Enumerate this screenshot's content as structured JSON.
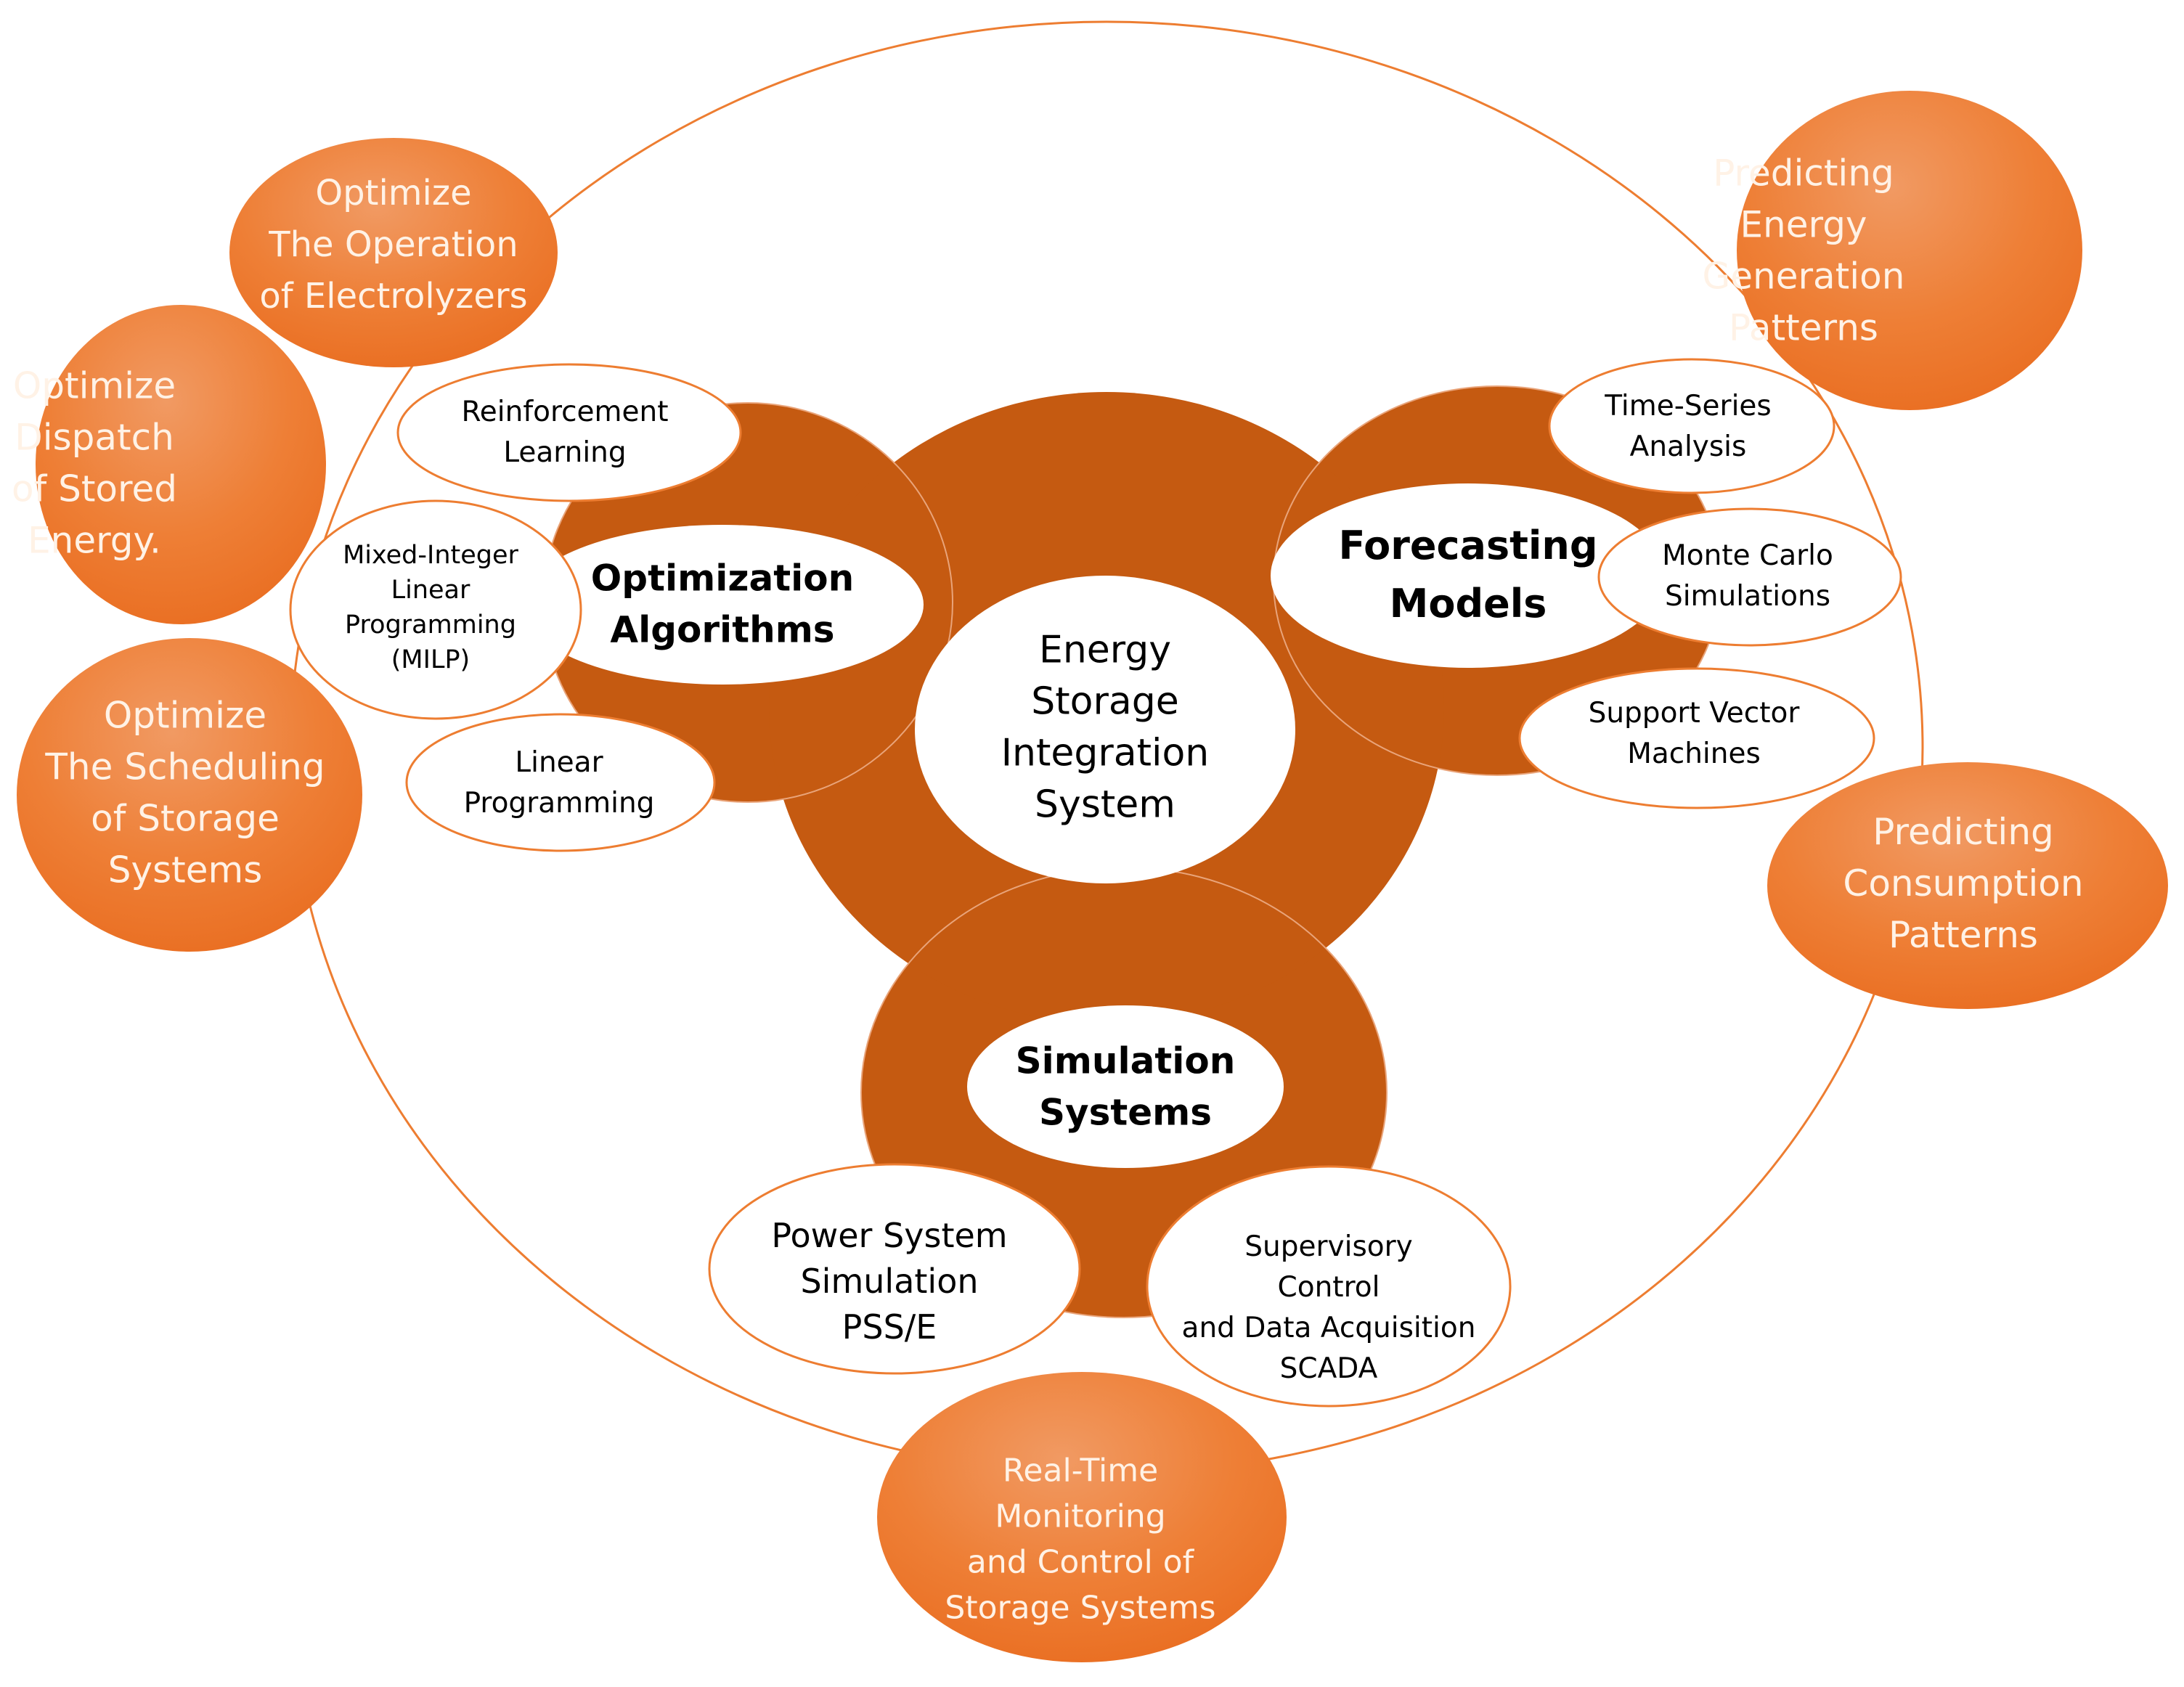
{
  "colors": {
    "dark_orange": "#C55A11",
    "bright_orange": "#ED7D31",
    "outline_orange": "#ED7D31",
    "text_dark": "#000000",
    "text_light": "#FFF2E6"
  },
  "center": {
    "lines": [
      "Energy",
      "Storage",
      "Integration",
      "System"
    ]
  },
  "hubs": {
    "optimization": {
      "lines": [
        "Optimization",
        "Algorithms"
      ]
    },
    "forecasting": {
      "lines": [
        "Forecasting",
        "Models"
      ]
    },
    "simulation": {
      "lines": [
        "Simulation",
        "Systems"
      ]
    }
  },
  "methods": {
    "reinforcement_learning": {
      "lines": [
        "Reinforcement",
        "Learning"
      ]
    },
    "milp": {
      "lines": [
        "Mixed-Integer",
        "Linear",
        "Programming",
        "(MILP)"
      ]
    },
    "linear_programming": {
      "lines": [
        "Linear",
        "Programming"
      ]
    },
    "time_series": {
      "lines": [
        "Time-Series",
        "Analysis"
      ]
    },
    "monte_carlo": {
      "lines": [
        "Monte Carlo",
        "Simulations"
      ]
    },
    "svm": {
      "lines": [
        "Support Vector",
        "Machines"
      ]
    },
    "pss_e": {
      "lines": [
        "Power System",
        "Simulation",
        "PSS/E"
      ]
    },
    "scada": {
      "lines": [
        "Supervisory",
        "Control",
        "and Data Acquisition",
        "SCADA"
      ]
    }
  },
  "applications": {
    "electrolyzers": {
      "lines": [
        "Optimize",
        "The Operation",
        "of Electrolyzers"
      ]
    },
    "dispatch": {
      "lines": [
        "Optimize",
        "Dispatch",
        "of Stored",
        "Energy."
      ]
    },
    "scheduling": {
      "lines": [
        "Optimize",
        "The Scheduling",
        "of Storage",
        "Systems"
      ]
    },
    "generation": {
      "lines": [
        "Predicting",
        "Energy",
        "Generation",
        "Patterns"
      ]
    },
    "consumption": {
      "lines": [
        "Predicting",
        "Consumption",
        "Patterns"
      ]
    },
    "monitoring": {
      "lines": [
        "Real-Time",
        "Monitoring",
        "and Control of",
        "Storage Systems"
      ]
    }
  }
}
